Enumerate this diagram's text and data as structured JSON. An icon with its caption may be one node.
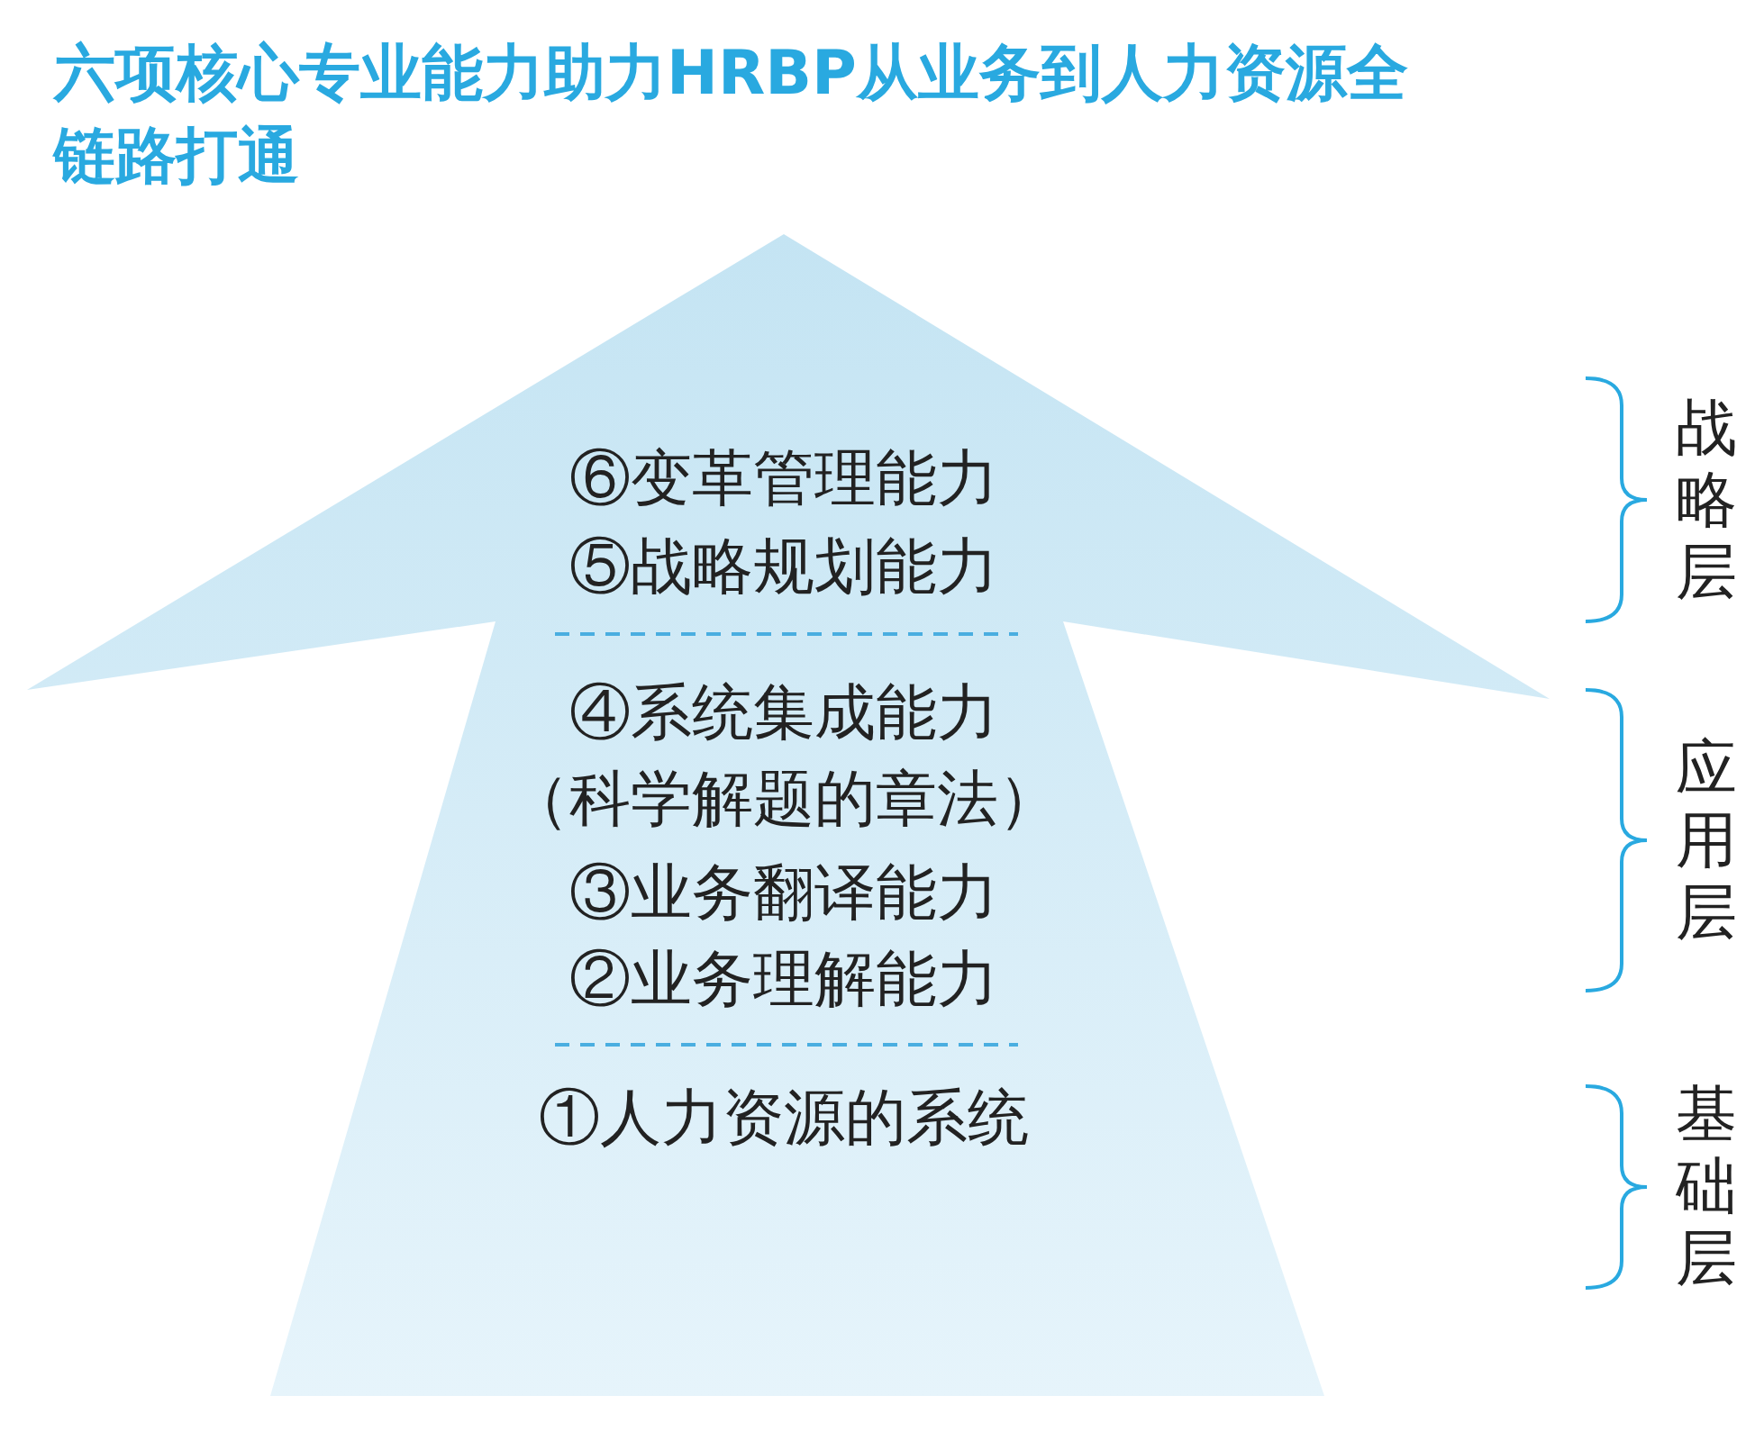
{
  "diagram": {
    "title": "六项核心专业能力助力HRBP从业务到人力资源全链路打通",
    "nodes": [
      {
        "text": [
          "⑥变革管理能力",
          "⑤战略规划能力",
          "④系统集成能力",
          "（科学解题的章法）",
          "③业务翻译能力",
          "②业务理解能力",
          "①人力资源的系统"
        ]
      }
    ],
    "labels": [
      "战略层",
      "应用层",
      "基础层"
    ]
  }
}
